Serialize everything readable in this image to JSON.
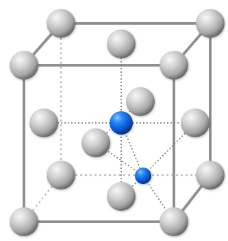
{
  "diagram": {
    "type": "fcc-unit-cell-with-interstitials",
    "colors": {
      "background": "#ffffff",
      "edge": "#8f8f8f",
      "guide_line": "#7d7d7d",
      "host_atom": "#b9b9b9",
      "interstitial_atom": "#0d57d6"
    },
    "atom_counts": {
      "host_atoms": 14,
      "interstitial_atoms": 2
    }
  }
}
